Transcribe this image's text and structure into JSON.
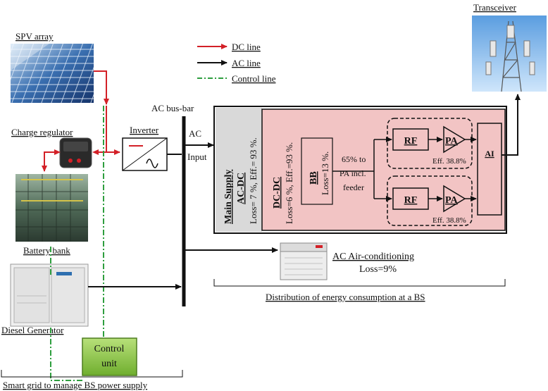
{
  "legend": {
    "dc_line": "DC line",
    "ac_line": "AC line",
    "control_line": "Control line"
  },
  "components": {
    "spv_array": "SPV array",
    "charge_regulator": "Charge regulator",
    "battery_bank": "Battery bank",
    "diesel_generator": "Diesel Generator",
    "inverter": "Inverter",
    "ac_busbar": "AC bus-bar",
    "ac_input_line1": "AC",
    "ac_input_line2": "Input",
    "transceiver": "Transceiver",
    "control_unit_line1": "Control",
    "control_unit_line2": "unit"
  },
  "bs": {
    "main_supply": "Main Supply",
    "ac_dc": "AC-DC",
    "ac_dc_loss": "Loss= 7 %, Eff.= 93 %.",
    "dc_dc": "DC-DC",
    "dc_dc_loss": "Loss=6 %, Eff.=93 %.",
    "bb": "BB",
    "bb_loss": "Loss=13 %.",
    "feeder_line1": "65% to",
    "feeder_line2": "PA incl.",
    "feeder_line3": "feeder",
    "rf": "RF",
    "pa": "PA",
    "pa_eff": "Eff. 38.8%",
    "ai": "AI"
  },
  "air_conditioning": {
    "name": "AC Air-conditioning",
    "loss": "Loss=9%"
  },
  "captions": {
    "distribution": "Distribution of energy consumption at a BS",
    "smart_grid": "Smart grid to manage BS power supply"
  },
  "colors": {
    "dc_line": "#d32027",
    "ac_line": "#111111",
    "control_line": "#2e9e3e",
    "main_supply_fill": "#d9d9d9",
    "bs_fill": "#f2c4c4",
    "control_unit_fill": "#8fc641"
  }
}
